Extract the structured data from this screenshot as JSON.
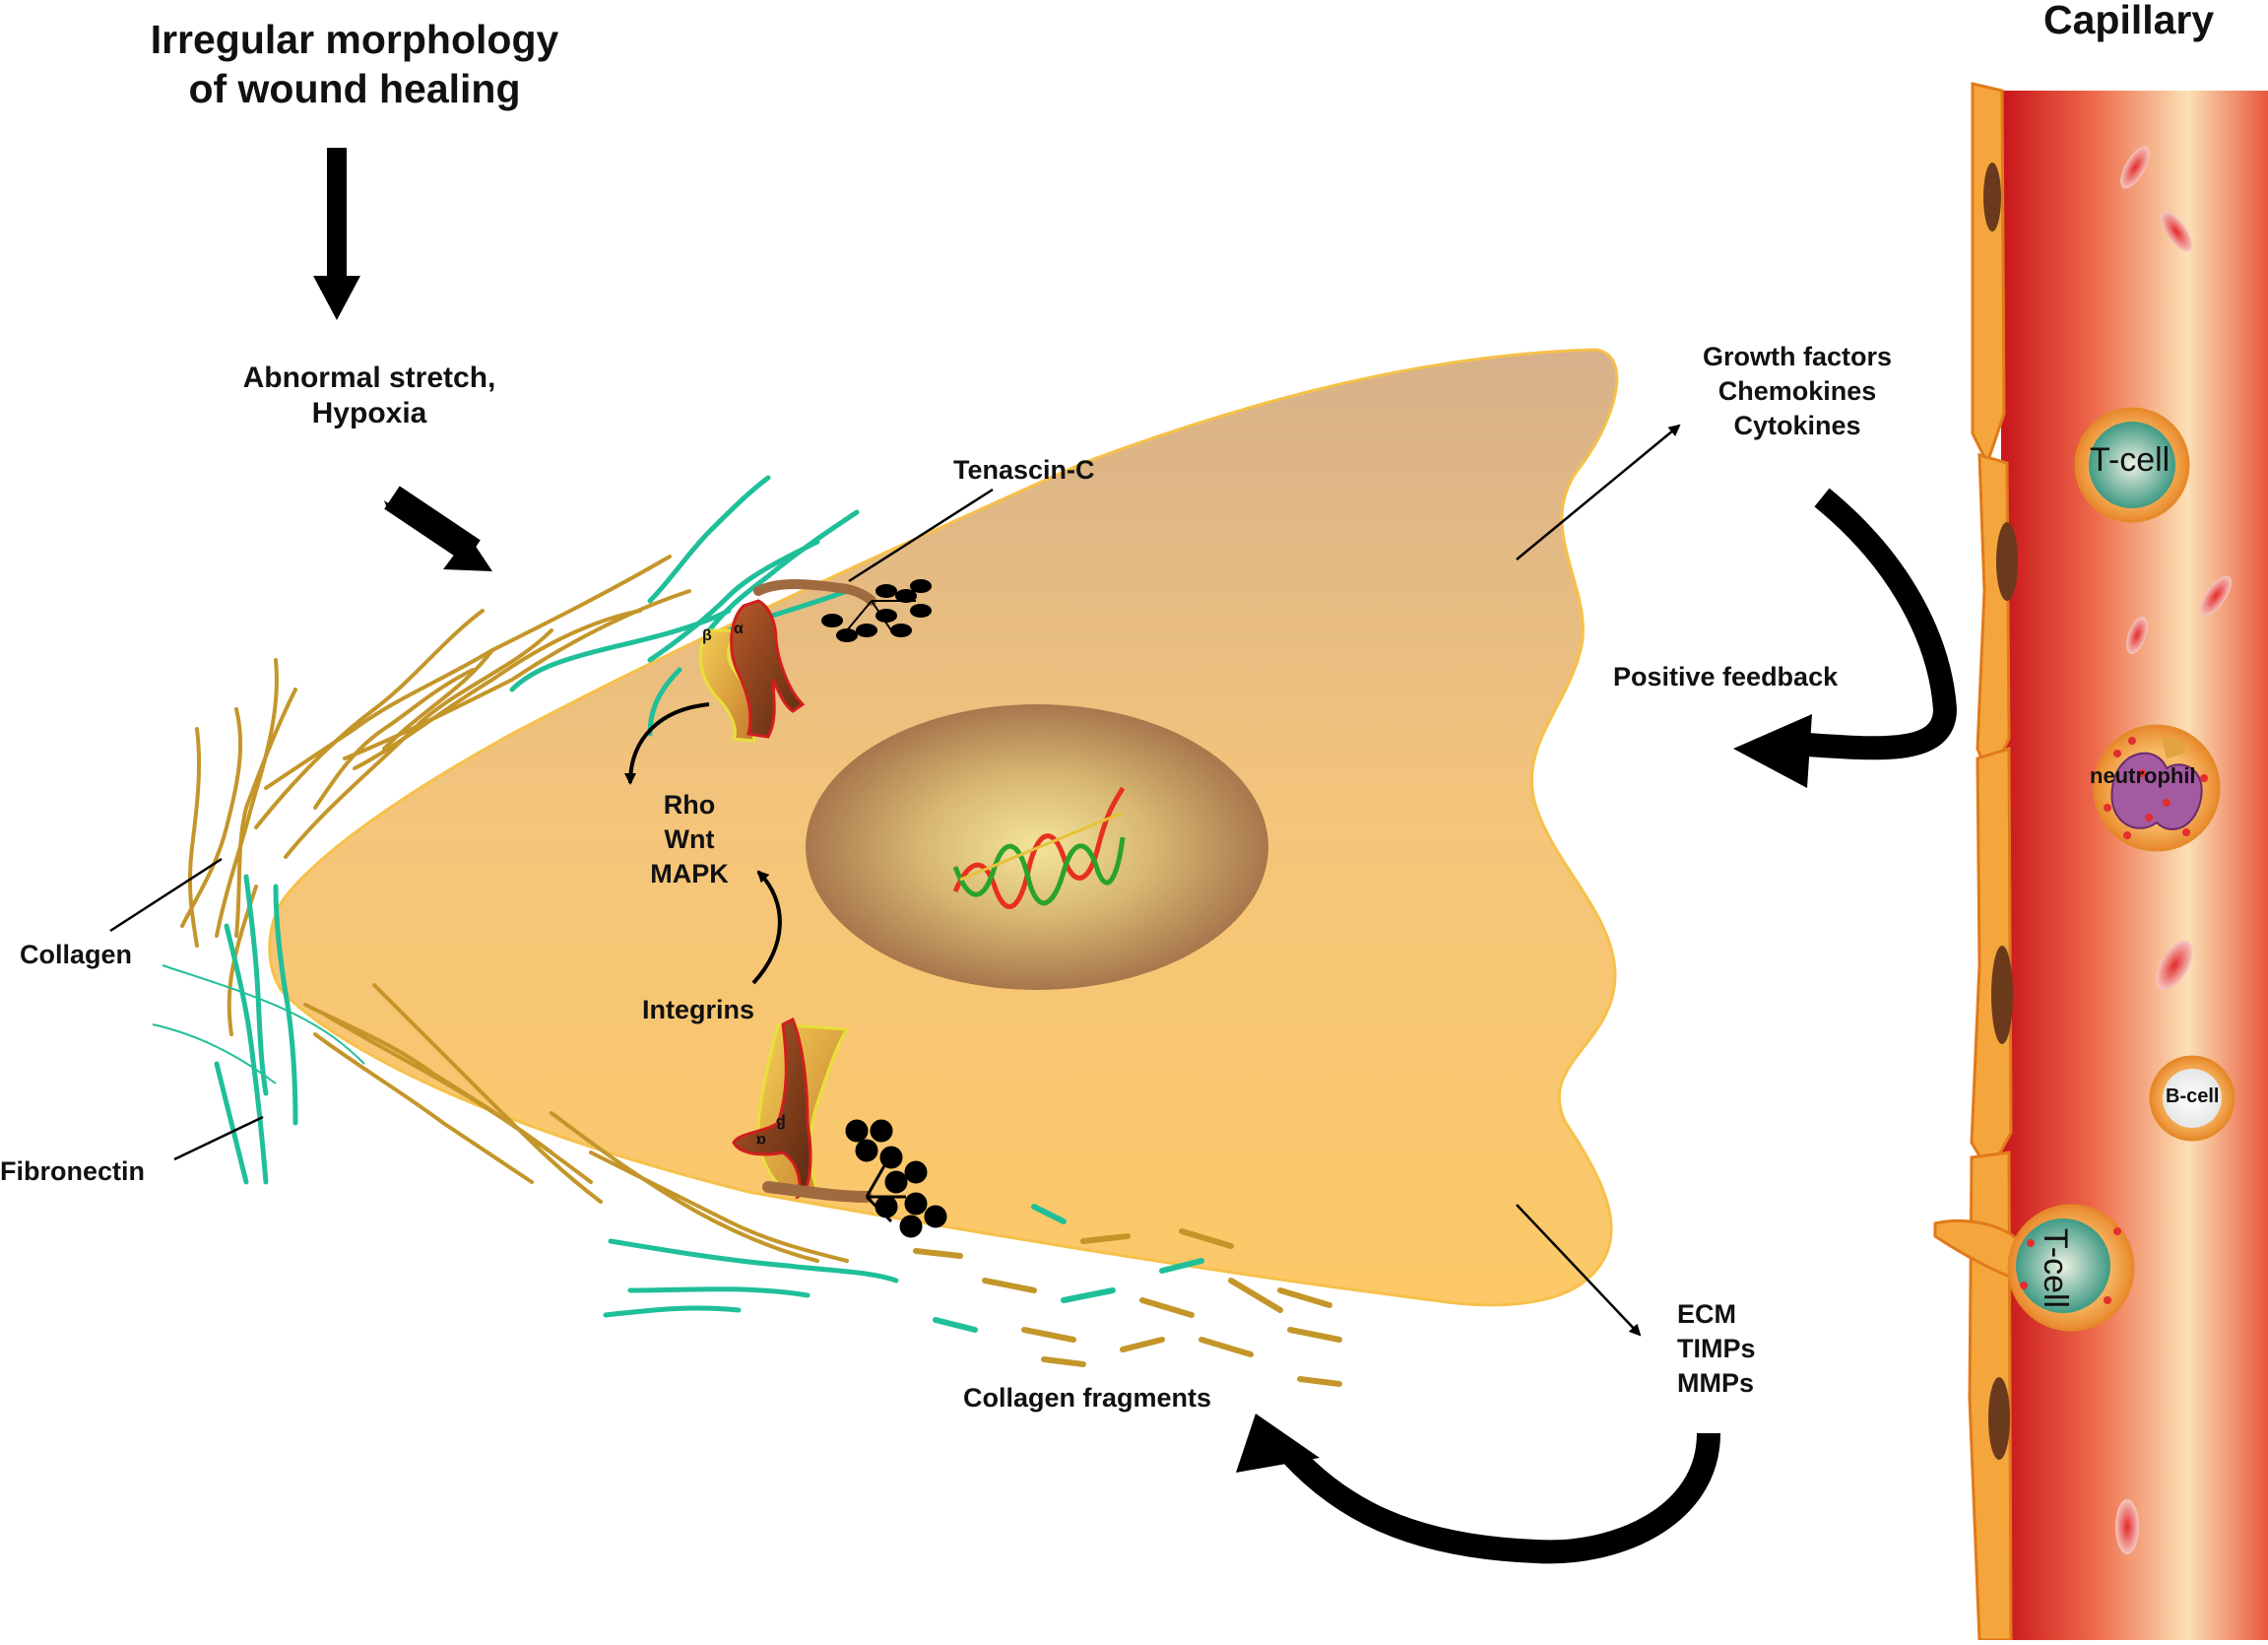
{
  "title": {
    "line1": "Irregular morphology",
    "line2": "of wound healing"
  },
  "stimulus": {
    "line1": "Abnormal stretch,",
    "line2": "Hypoxia"
  },
  "labels": {
    "tenascin": "Tenascin-C",
    "collagen": "Collagen",
    "fibronectin": "Fibronectin",
    "integrins": "Integrins",
    "collagen_fragments": "Collagen fragments",
    "positive_feedback": "Positive feedback",
    "capillary": "Capillary"
  },
  "pathways": [
    "Rho",
    "Wnt",
    "MAPK"
  ],
  "secreted_top": [
    "Growth factors",
    "Chemokines",
    "Cytokines"
  ],
  "secreted_bottom": [
    "ECM",
    "TIMPs",
    "MMPs"
  ],
  "integrin_subunits": {
    "alpha": "α",
    "beta": "β"
  },
  "blood_cells": {
    "t_cell": "T-cell",
    "neutrophil": "neutrophil",
    "b_cell": "B-cell"
  },
  "colors": {
    "cell_body": "#f6c16e",
    "nucleus": "#b07a4e",
    "collagen": "#c4962a",
    "fibronectin": "#1fbf9a",
    "vessel": "#d9261e",
    "endothelium": "#f4a63c",
    "arrow": "#000000"
  }
}
